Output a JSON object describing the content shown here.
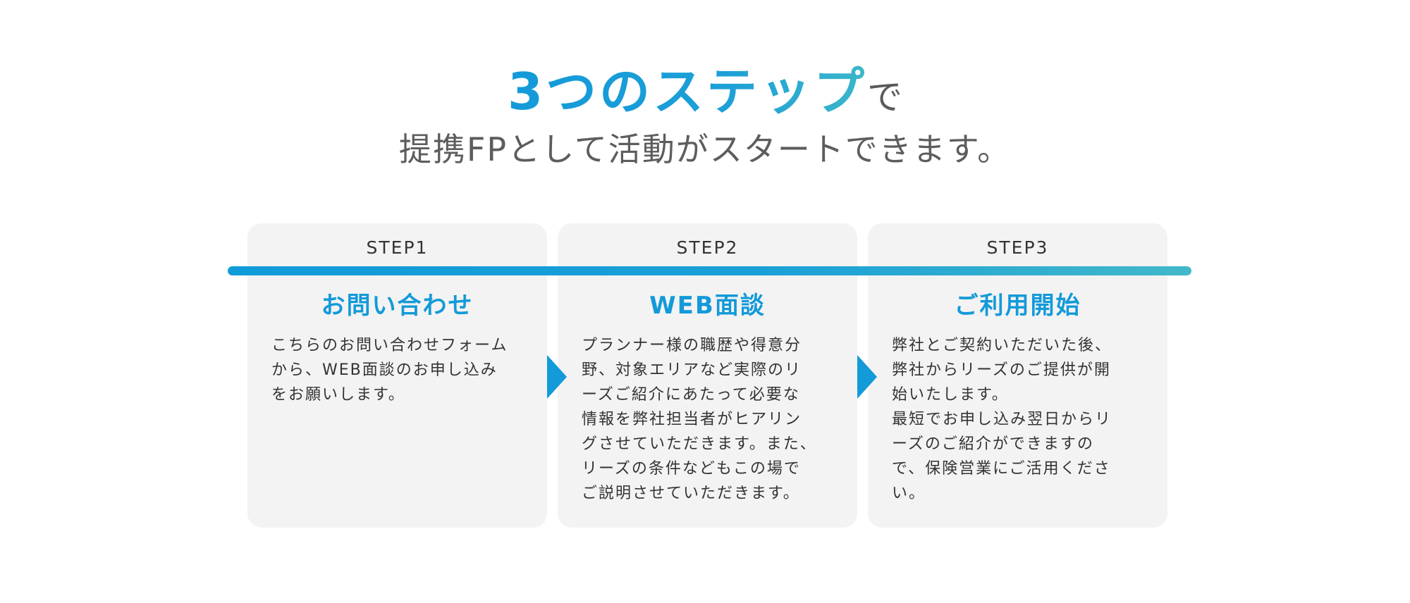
{
  "headline": {
    "accent": "3つのステップ",
    "suffix": "で",
    "subline": "提携FPとして活動がスタートできます。"
  },
  "steps": [
    {
      "step": "STEP1",
      "title": "お問い合わせ",
      "description": "こちらのお問い合わせフォーム\nから、WEB面談のお申し込み\nをお願いします。"
    },
    {
      "step": "STEP2",
      "title": "WEB面談",
      "description": "プランナー様の職歴や得意分\n野、対象エリアなど実際のリ\nーズご紹介にあたって必要な\n情報を弊社担当者がヒアリン\nグさせていただきます。また、\nリーズの条件などもこの場で\nご説明させていただきます。"
    },
    {
      "step": "STEP3",
      "title": "ご利用開始",
      "description": "弊社とご契約いただいた後、\n弊社からリーズのご提供が開\n始いたします。\n最短でお申し込み翌日からリ\nーズのご紹介ができますの\nで、保険営業にご活用くださ\nい。"
    }
  ],
  "colors": {
    "accent": "#139ad9",
    "accent_end": "#42b8c9",
    "card_background": "#f3f3f3",
    "text": "#333333"
  },
  "icons": [
    "step-arrow-icon",
    "step-arrow-icon"
  ]
}
